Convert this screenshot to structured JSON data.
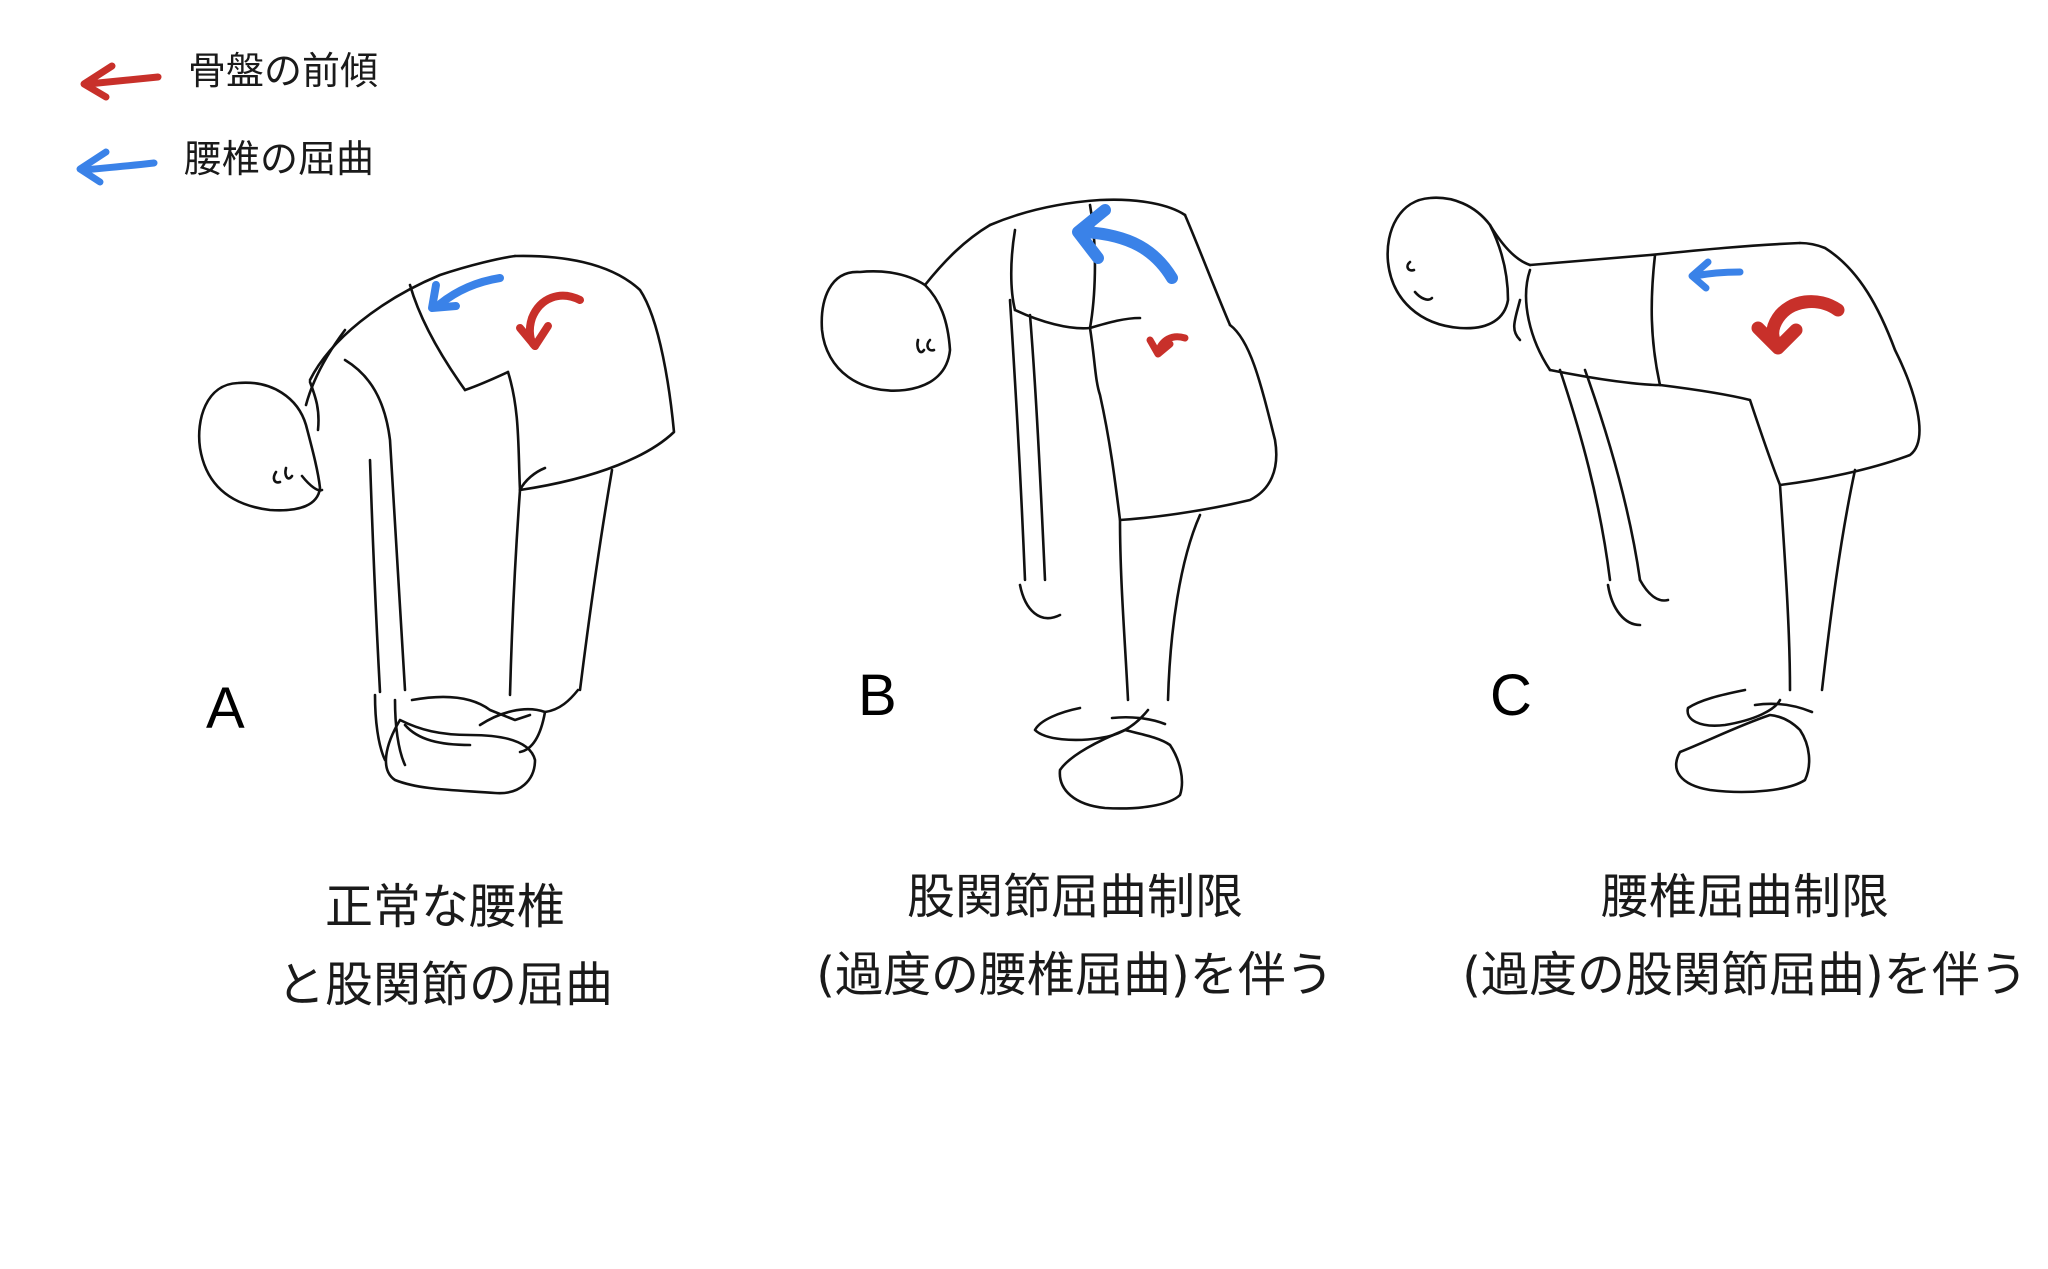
{
  "legend": {
    "items": [
      {
        "label": "骨盤の前傾",
        "color": "#c8302a",
        "icon": "red-arrow-icon"
      },
      {
        "label": "腰椎の屈曲",
        "color": "#3a82e8",
        "icon": "blue-arrow-icon"
      }
    ]
  },
  "panels": [
    {
      "letter": "A",
      "caption_line1": "正常な腰椎",
      "caption_line2": "と股関節の屈曲"
    },
    {
      "letter": "B",
      "caption_line1": "股関節屈曲制限",
      "caption_line2": "(過度の腰椎屈曲)を伴う"
    },
    {
      "letter": "C",
      "caption_line1": "腰椎屈曲制限",
      "caption_line2": "(過度の股関節屈曲)を伴う"
    }
  ],
  "colors": {
    "pelvis_arrow": "#c8302a",
    "lumbar_arrow": "#3a82e8",
    "line": "#111111"
  }
}
